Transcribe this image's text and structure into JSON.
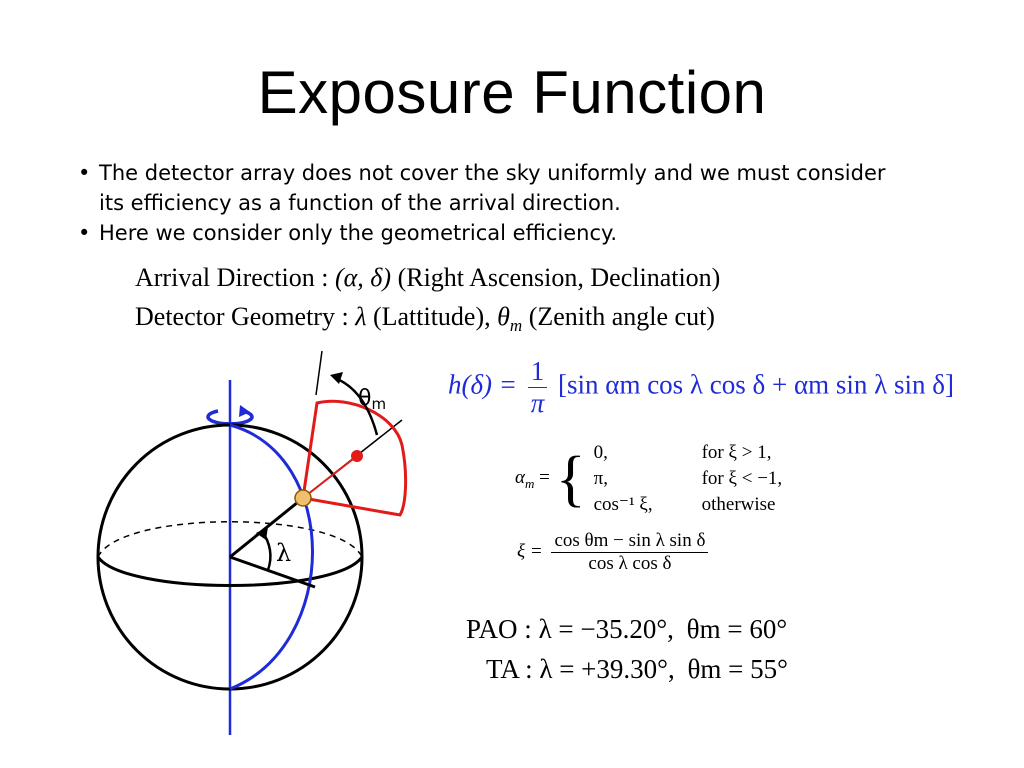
{
  "slide": {
    "title": "Exposure Function",
    "bullets": [
      "The detector array does not cover the sky uniformly and we must consider its efficiency as a function of the arrival direction.",
      "Here we consider only the geometrical efficiency."
    ],
    "bullet_char": "•"
  },
  "definitions": {
    "arrival_label": "Arrival Direction :",
    "arrival_vars": "(α, δ)",
    "arrival_desc": "(Right Ascension, Declination)",
    "geometry_label": "Detector Geometry :",
    "geometry_lambda": "λ",
    "geometry_lambda_desc": "(Lattitude),",
    "geometry_theta": "θ",
    "geometry_theta_sub": "m",
    "geometry_theta_desc": "(Zenith angle cut)"
  },
  "diagram": {
    "theta_label": "θ",
    "theta_sub": "m",
    "lambda_label": "λ",
    "colors": {
      "meridian": "#1f2bd6",
      "cone": "#e31a1a",
      "outline": "#000000"
    }
  },
  "equations": {
    "h": {
      "lhs": "h(δ) =",
      "frac_num": "1",
      "frac_den": "π",
      "bracket_body": "[sin αm cos λ cos δ + αm sin λ sin δ]",
      "color": "#1f2bd6"
    },
    "alpha": {
      "lhs_sym": "α",
      "lhs_sub": "m",
      "lhs_eq": "=",
      "cases": [
        {
          "value": "0,",
          "condition": "for ξ > 1,"
        },
        {
          "value": "π,",
          "condition": "for ξ < −1,"
        },
        {
          "value": "cos⁻¹ ξ,",
          "condition": "otherwise"
        }
      ]
    },
    "xi": {
      "lhs": "ξ =",
      "num": "cos θm − sin λ sin δ",
      "den": "cos λ cos δ"
    }
  },
  "sites": [
    {
      "name": "PAO",
      "sep": ":",
      "lambda_expr": "λ = −35.20°,",
      "theta_expr": "θm = 60°"
    },
    {
      "name": "TA",
      "sep": ":",
      "lambda_expr": "λ = +39.30°,",
      "theta_expr": "θm = 55°"
    }
  ]
}
